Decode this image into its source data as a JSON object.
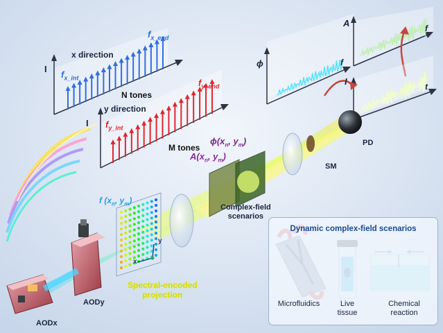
{
  "x_panel": {
    "axis_label": "I",
    "direction": "x direction",
    "f_start": "f",
    "f_start_sub": "x_int",
    "f_end": "f",
    "f_end_sub": "x_end",
    "tones": "N tones",
    "color": "#2f6ee0"
  },
  "y_panel": {
    "axis_label": "I",
    "direction": "y direction",
    "f_start": "f",
    "f_start_sub": "y_int",
    "f_end": "f",
    "f_end_sub": "y_end",
    "tones": "M tones",
    "color": "#e0262e"
  },
  "right_plots": {
    "phi_axis": "ϕ",
    "phi_f": "f",
    "amp_axis": "A",
    "amp_f": "f",
    "int_axis": "I",
    "int_t": "t"
  },
  "labels": {
    "aodx": "AODx",
    "aody": "AODy",
    "pd": "PD",
    "sm": "SM",
    "f_xy": "f (x",
    "f_xy_sub_n": "n",
    "f_xy_mid": ", y",
    "f_xy_sub_m": "m",
    "f_xy_end": ")",
    "phi_xy": "ϕ(x",
    "phi_sub_n": "n",
    "phi_mid": ", y",
    "phi_sub_m": "m",
    "phi_end": ")",
    "a_xy": "A(x",
    "a_sub_n": "n",
    "a_mid": ", y",
    "a_sub_m": "m",
    "a_end": ")",
    "complex_field_1": "Complex-field",
    "complex_field_2": "scenarios",
    "spectral_1": "Spectral-encoded",
    "spectral_2": "projection",
    "grid_x": "x",
    "grid_y": "y"
  },
  "scenario_panel": {
    "title": "Dynamic complex-field scenarios",
    "items": [
      {
        "line1": "Microfluidics",
        "line2": ""
      },
      {
        "line1": "Live",
        "line2": "tissue"
      },
      {
        "line1": "Chemical",
        "line2": "reaction"
      }
    ]
  }
}
